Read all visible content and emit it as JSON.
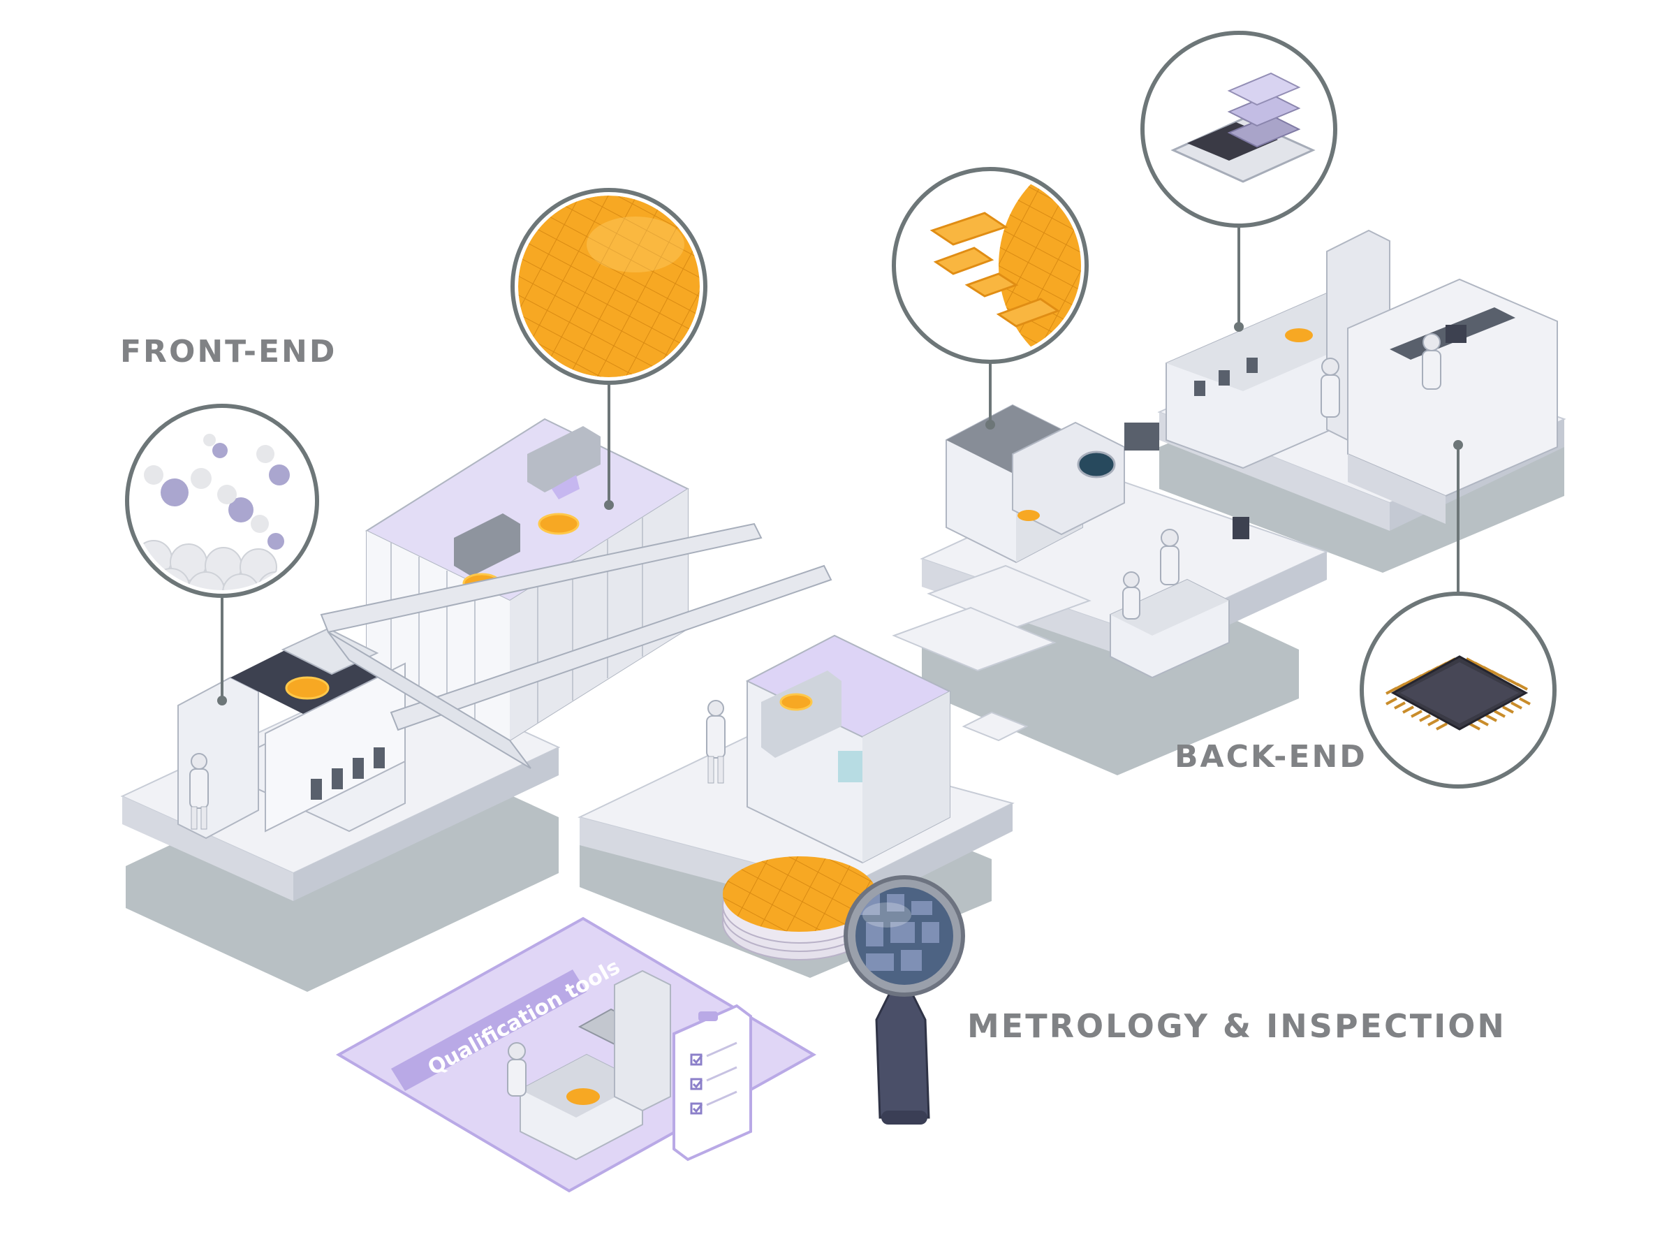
{
  "labels": {
    "front_end": "FRONT-END",
    "back_end": "BACK-END",
    "metrology": "METROLOGY & INSPECTION",
    "qualification": "Qualification tools"
  },
  "colors": {
    "wafer_orange": "#f7a823",
    "wafer_light": "#ffc84a",
    "lavender": "#b9a9e6",
    "lavender_light": "#ddd4f6",
    "platform_top": "#f1f2f6",
    "platform_side": "#d6d9e1",
    "shadow": "#b8c0c4",
    "callout_ring": "#6d7678",
    "label_gray": "#808285",
    "chip_dark": "#3a3a45",
    "pin_gold": "#c98c2a"
  },
  "icons": [
    "molecule-icon",
    "wafer-icon",
    "die-icon",
    "chip-stack-icon",
    "microchip-icon",
    "magnifier-icon",
    "clipboard-icon"
  ]
}
